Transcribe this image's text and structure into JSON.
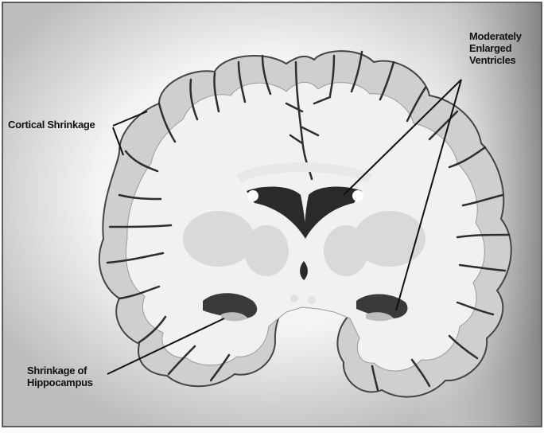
{
  "labels": {
    "cortical_shrinkage": "Cortical Shrinkage",
    "ventricles_line1": "Moderately",
    "ventricles_line2": "Enlarged",
    "ventricles_line3": "Ventricles",
    "hippocampus_line1": "Shrinkage of",
    "hippocampus_line2": "Hippocampus"
  },
  "colors": {
    "gyri": "#cfcfcf",
    "white_matter": "#f1f1f1",
    "deep_nuclei": "#dcdcdc",
    "ventricles": "#2a2a2a",
    "outline": "#444444",
    "background_shadow": "#9a9a9a"
  }
}
